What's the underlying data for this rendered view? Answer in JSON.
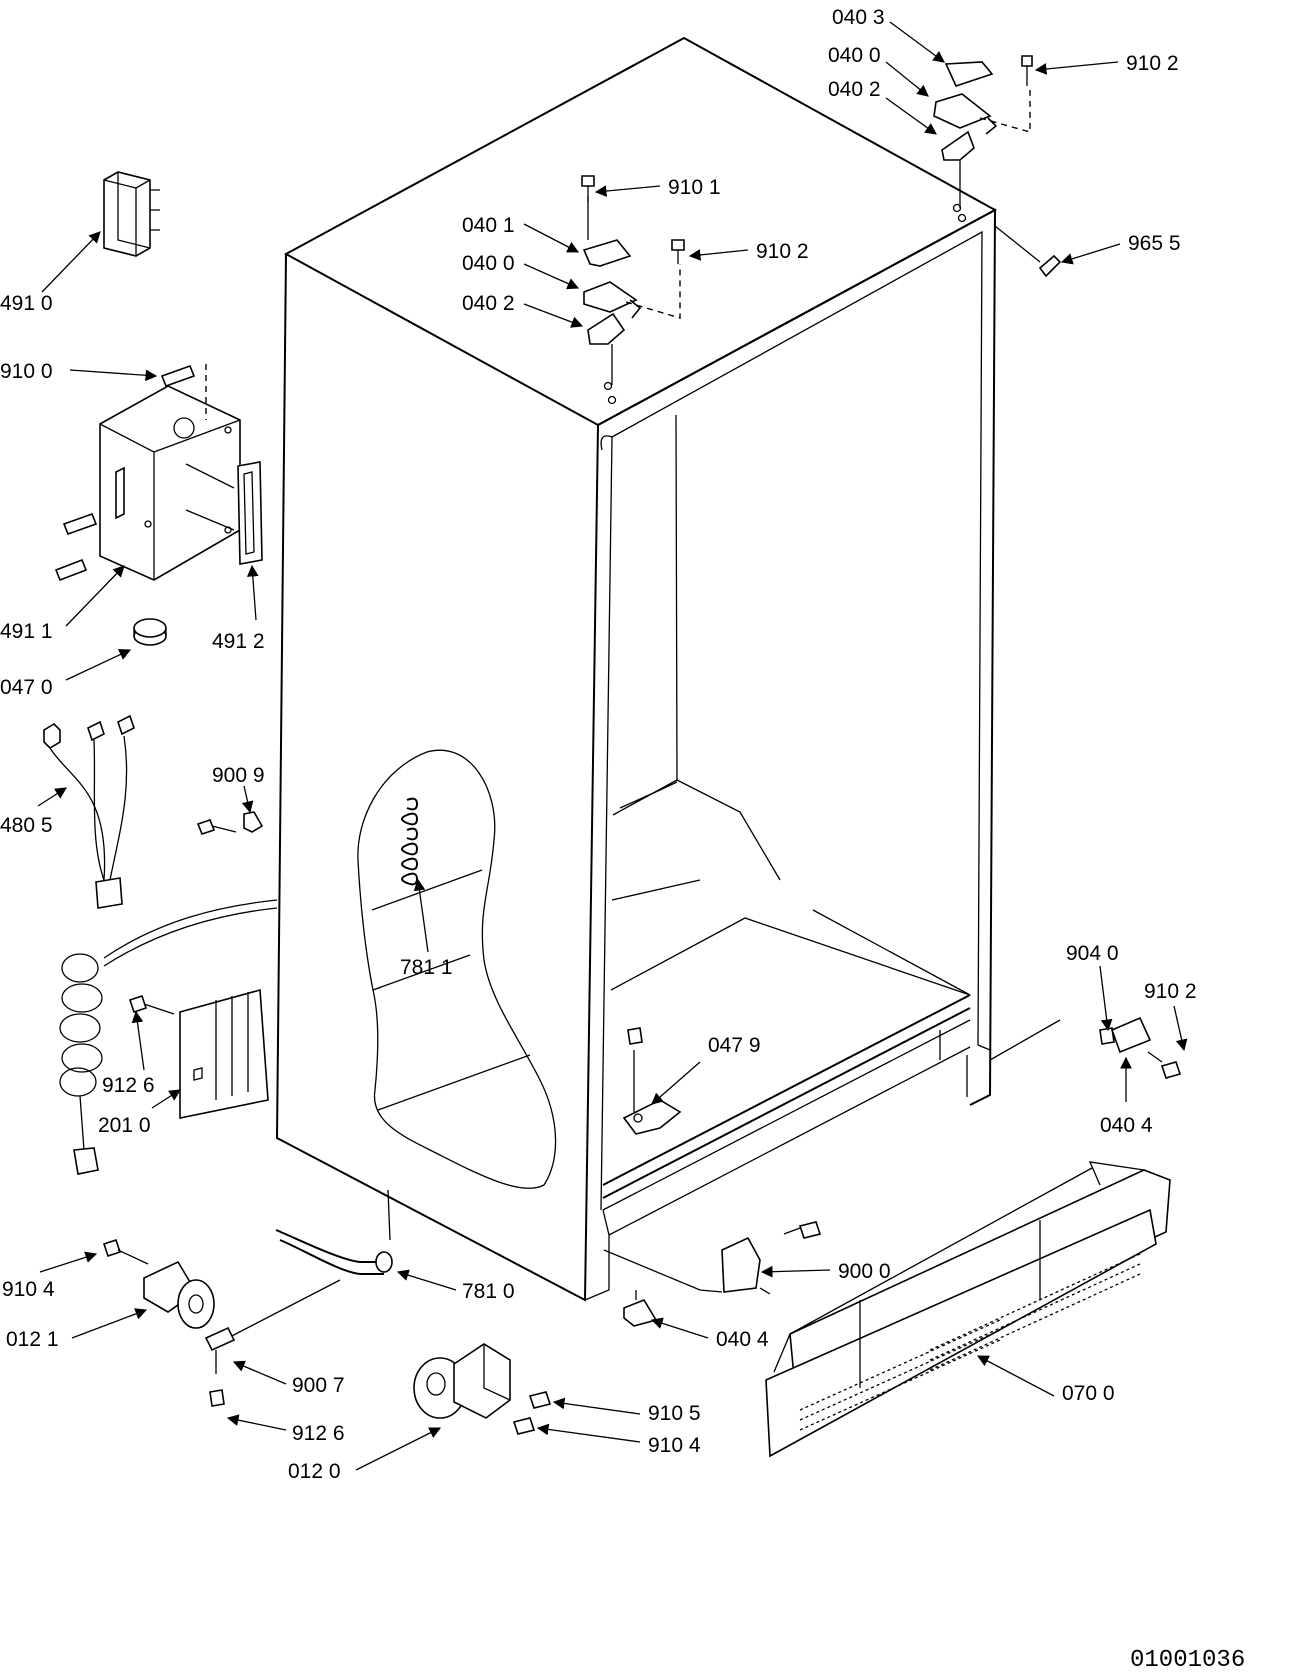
{
  "diagram": {
    "doc_number": "01001036",
    "labels": [
      {
        "id": "lbl-0403-top",
        "text": "040 3"
      },
      {
        "id": "lbl-0400-top",
        "text": "040 0"
      },
      {
        "id": "lbl-0402-top",
        "text": "040 2"
      },
      {
        "id": "lbl-9102-top",
        "text": "910 2"
      },
      {
        "id": "lbl-9101",
        "text": "910 1"
      },
      {
        "id": "lbl-0401",
        "text": "040 1"
      },
      {
        "id": "lbl-0400-mid",
        "text": "040 0"
      },
      {
        "id": "lbl-9102-mid",
        "text": "910 2"
      },
      {
        "id": "lbl-0402-mid",
        "text": "040 2"
      },
      {
        "id": "lbl-9655",
        "text": "965 5"
      },
      {
        "id": "lbl-4910",
        "text": "491 0"
      },
      {
        "id": "lbl-9100",
        "text": "910 0"
      },
      {
        "id": "lbl-4911",
        "text": "491 1"
      },
      {
        "id": "lbl-4912",
        "text": "491 2"
      },
      {
        "id": "lbl-0470",
        "text": "047 0"
      },
      {
        "id": "lbl-9009",
        "text": "900 9"
      },
      {
        "id": "lbl-4805",
        "text": "480 5"
      },
      {
        "id": "lbl-7811",
        "text": "781 1"
      },
      {
        "id": "lbl-9040",
        "text": "904 0"
      },
      {
        "id": "lbl-9102-right",
        "text": "910 2"
      },
      {
        "id": "lbl-0479",
        "text": "047 9"
      },
      {
        "id": "lbl-9126-left",
        "text": "912 6"
      },
      {
        "id": "lbl-2010",
        "text": "201 0"
      },
      {
        "id": "lbl-0404-right",
        "text": "040 4"
      },
      {
        "id": "lbl-9104-left",
        "text": "910 4"
      },
      {
        "id": "lbl-7810",
        "text": "781 0"
      },
      {
        "id": "lbl-9000",
        "text": "900 0"
      },
      {
        "id": "lbl-0121",
        "text": "012 1"
      },
      {
        "id": "lbl-0404-bottom",
        "text": "040 4"
      },
      {
        "id": "lbl-9007",
        "text": "900 7"
      },
      {
        "id": "lbl-0700",
        "text": "070 0"
      },
      {
        "id": "lbl-9105",
        "text": "910 5"
      },
      {
        "id": "lbl-9126-bottom",
        "text": "912 6"
      },
      {
        "id": "lbl-9104-bottom",
        "text": "910 4"
      },
      {
        "id": "lbl-0120",
        "text": "012 0"
      }
    ]
  }
}
